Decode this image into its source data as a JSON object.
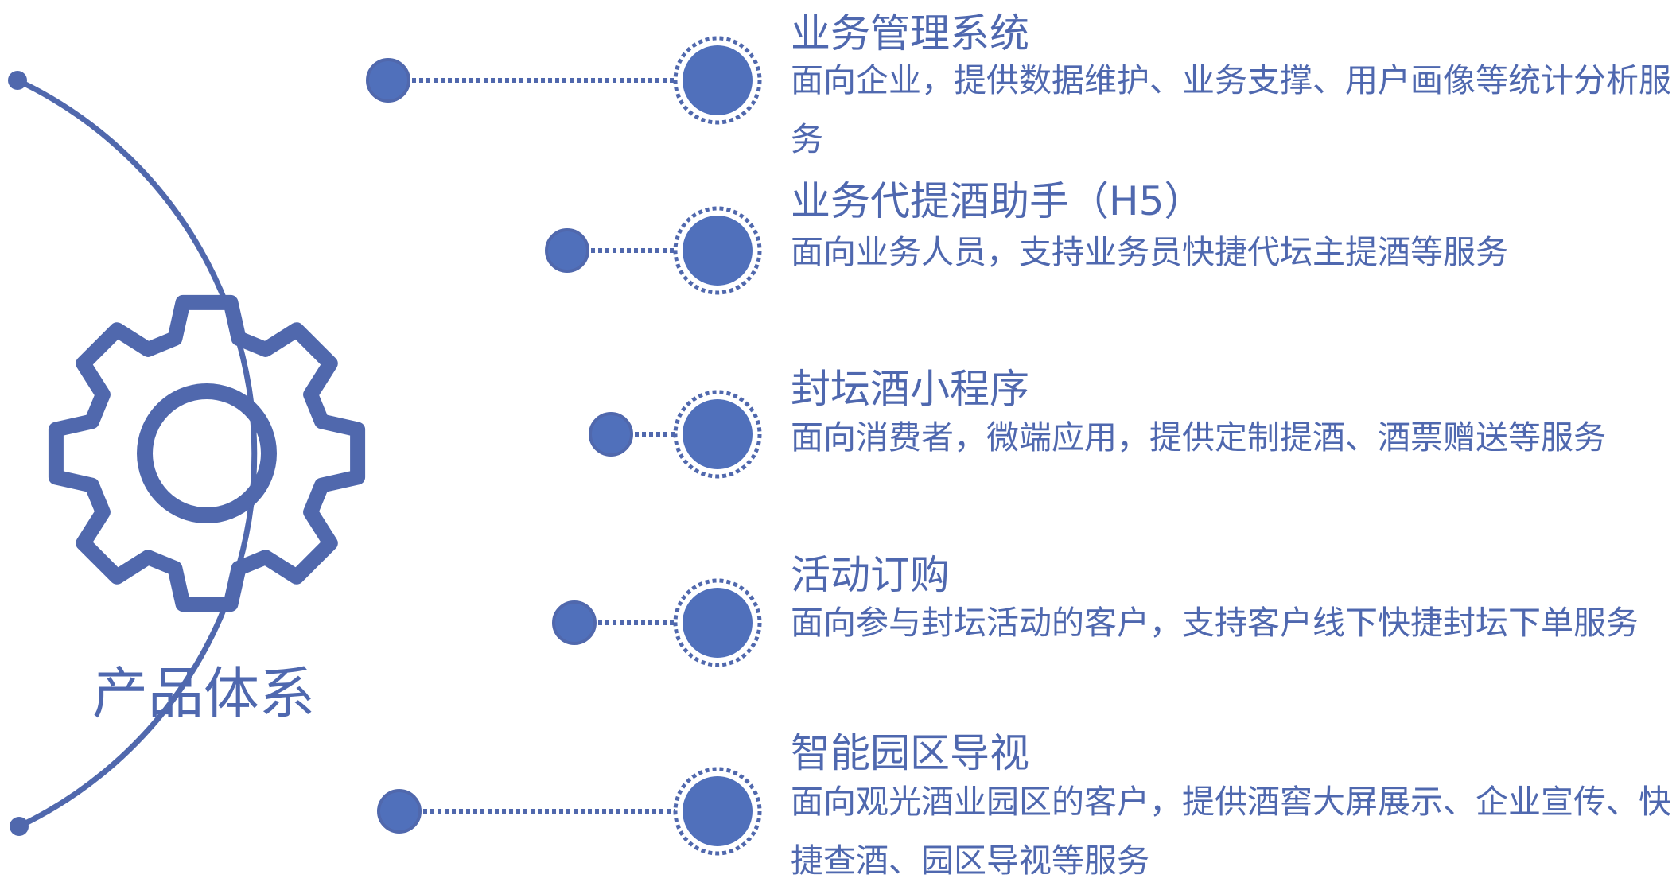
{
  "colors": {
    "accent": "#5068ad",
    "dot_fill": "#5070bb"
  },
  "center": {
    "label": "产品体系",
    "icon": "gear-icon"
  },
  "items": [
    {
      "title": "业务管理系统",
      "desc": "面向企业，提供数据维护、业务支撑、用户画像等统计分析服务"
    },
    {
      "title": "业务代提酒助手（H5）",
      "desc": "面向业务人员，支持业务员快捷代坛主提酒等服务"
    },
    {
      "title": "封坛酒小程序",
      "desc": "面向消费者，微端应用，提供定制提酒、酒票赠送等服务"
    },
    {
      "title": "活动订购",
      "desc": "面向参与封坛活动的客户，支持客户线下快捷封坛下单服务"
    },
    {
      "title": "智能园区导视",
      "desc": "面向观光酒业园区的客户，提供酒窖大屏展示、企业宣传、快捷查酒、园区导视等服务"
    }
  ]
}
